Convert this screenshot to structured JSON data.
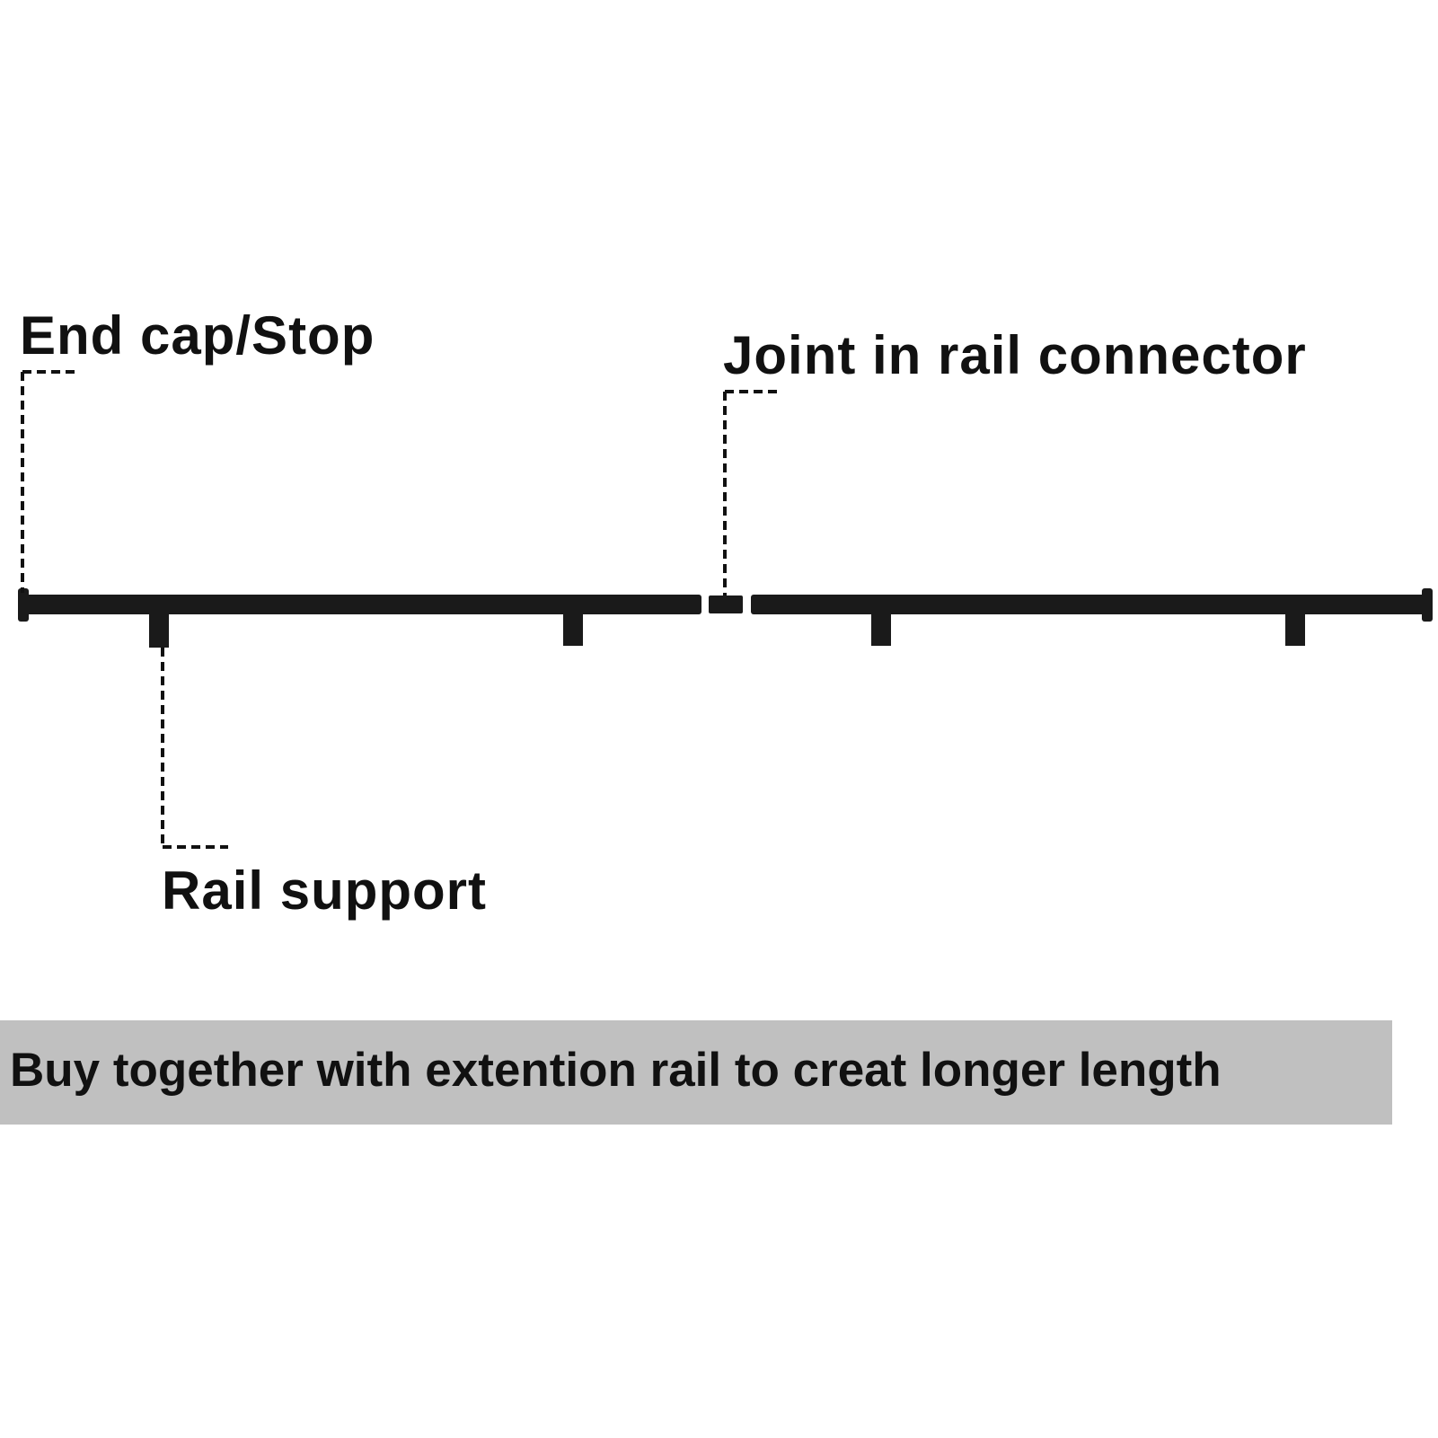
{
  "labels": {
    "end_cap": "End cap/Stop",
    "joint": "Joint in rail connector",
    "rail_support": "Rail support"
  },
  "banner": {
    "text": "Buy together with extention rail to creat longer length"
  },
  "colors": {
    "rail": "#1a1a1a",
    "leader_line": "#111111",
    "banner_background": "#c0c0c0",
    "text": "#111111"
  }
}
